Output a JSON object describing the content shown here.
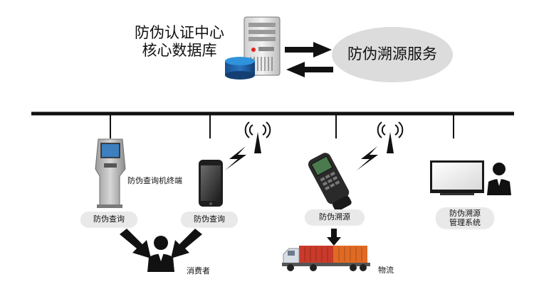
{
  "core": {
    "title_line1": "防伪认证中心",
    "title_line2": "核心数据库"
  },
  "service": {
    "label": "防伪溯源服务"
  },
  "nodes": {
    "kiosk": {
      "device_label": "防伪查询机终端",
      "action_label": "防伪查询"
    },
    "phone": {
      "action_label": "防伪查询"
    },
    "scanner": {
      "action_label": "防伪溯源"
    },
    "monitor": {
      "action_label_line1": "防伪溯源",
      "action_label_line2": "管理系统"
    }
  },
  "consumer": {
    "label": "消费者"
  },
  "logistics": {
    "label": "物流"
  },
  "colors": {
    "bus_line": "#111111",
    "ellipse": "#dcdcdc",
    "pill": "#e9e9e9",
    "cylinder_top": "#2a8fd6",
    "cylinder_body": "#1c5fa8",
    "truck_cab": "#d8dee6",
    "container_red": "#c93a2a",
    "container_orange": "#e06a24"
  }
}
